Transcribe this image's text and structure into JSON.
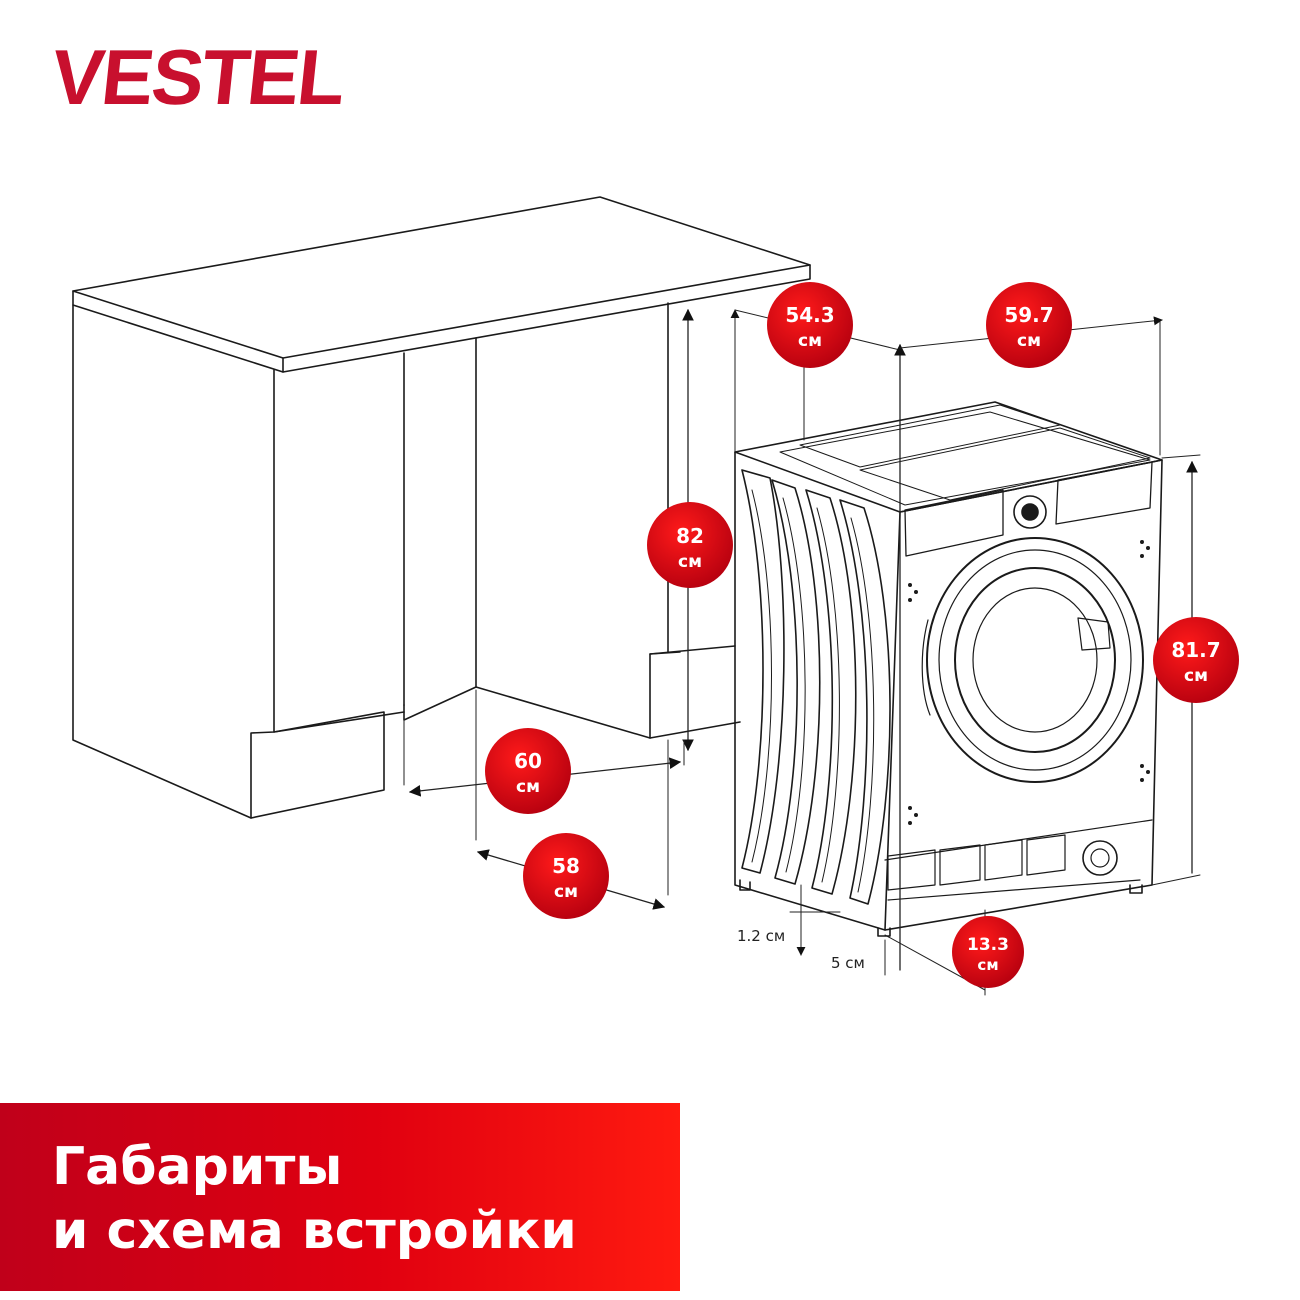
{
  "brand": {
    "logo_text": "VESTEL",
    "color": "#c8102e"
  },
  "accent_color": "#d10014",
  "dimensions": {
    "cabinet_height": {
      "value": "82",
      "unit": "см"
    },
    "niche_width": {
      "value": "60",
      "unit": "см"
    },
    "niche_depth": {
      "value": "58",
      "unit": "см"
    },
    "machine_depth": {
      "value": "54.3",
      "unit": "см"
    },
    "machine_width": {
      "value": "59.7",
      "unit": "см"
    },
    "machine_height": {
      "value": "81.7",
      "unit": "см"
    },
    "plinth_height": {
      "value": "13.3",
      "unit": "см"
    },
    "feet_height": "1.2 см",
    "plinth_offset": "5 см"
  },
  "banner": {
    "line1": "Габариты",
    "line2": "и схема встройки"
  }
}
